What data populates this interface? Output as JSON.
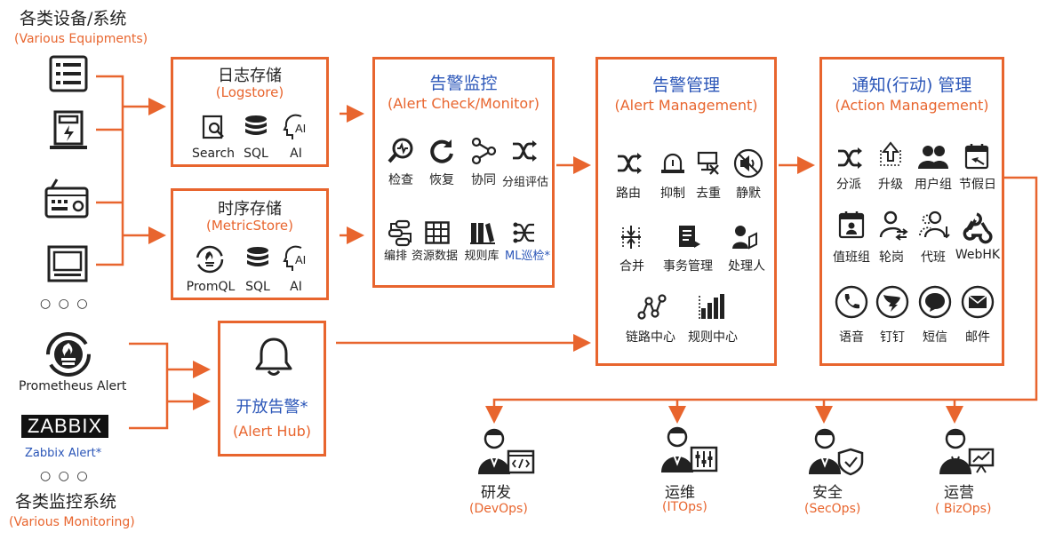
{
  "devices": {
    "title": "各类设备/系统",
    "subtitle": "(Various Equipments)",
    "dots": "○ ○ ○"
  },
  "monitoring": {
    "prometheus": "Prometheus Alert",
    "zabbix_logo": "ZABBIX",
    "zabbix": "Zabbix Alert*",
    "dots": "○ ○ ○",
    "title": "各类监控系统",
    "subtitle": "(Various Monitoring)"
  },
  "logstore": {
    "title": "日志存储",
    "subtitle": "(Logstore)",
    "items": [
      "Search",
      "SQL",
      "AI"
    ]
  },
  "metricstore": {
    "title": "时序存储",
    "subtitle": "(MetricStore)",
    "items": [
      "PromQL",
      "SQL",
      "AI"
    ]
  },
  "alerthub": {
    "title": "开放告警*",
    "subtitle": "(Alert Hub)"
  },
  "alertcheck": {
    "title": "告警监控",
    "subtitle": "(Alert Check/Monitor)",
    "row1": [
      "检查",
      "恢复",
      "协同",
      "分组评估"
    ],
    "row2": [
      "编排",
      "资源数据",
      "规则库",
      "ML巡检*"
    ]
  },
  "alertmgmt": {
    "title": "告警管理",
    "subtitle": "(Alert Management)",
    "row1": [
      "路由",
      "抑制",
      "去重",
      "静默"
    ],
    "row2": [
      "合并",
      "事务管理",
      "处理人"
    ],
    "row3": [
      "链路中心",
      "规则中心"
    ]
  },
  "actionmgmt": {
    "title": "通知(行动) 管理",
    "subtitle": "(Action Management)",
    "row1": [
      "分派",
      "升级",
      "用户组",
      "节假日"
    ],
    "row2": [
      "值班组",
      "轮岗",
      "代班",
      "WebHK"
    ],
    "row3": [
      "语音",
      "钉钉",
      "短信",
      "邮件"
    ]
  },
  "roles": [
    {
      "name": "研发",
      "sub": "(DevOps)"
    },
    {
      "name": "运维",
      "sub": "(ITOps)"
    },
    {
      "name": "安全",
      "sub": "(SecOps)"
    },
    {
      "name": "运营",
      "sub": "( BizOps)"
    }
  ],
  "colors": {
    "accent": "#e8652e",
    "title_blue": "#2b56b8",
    "icon": "#222222"
  }
}
